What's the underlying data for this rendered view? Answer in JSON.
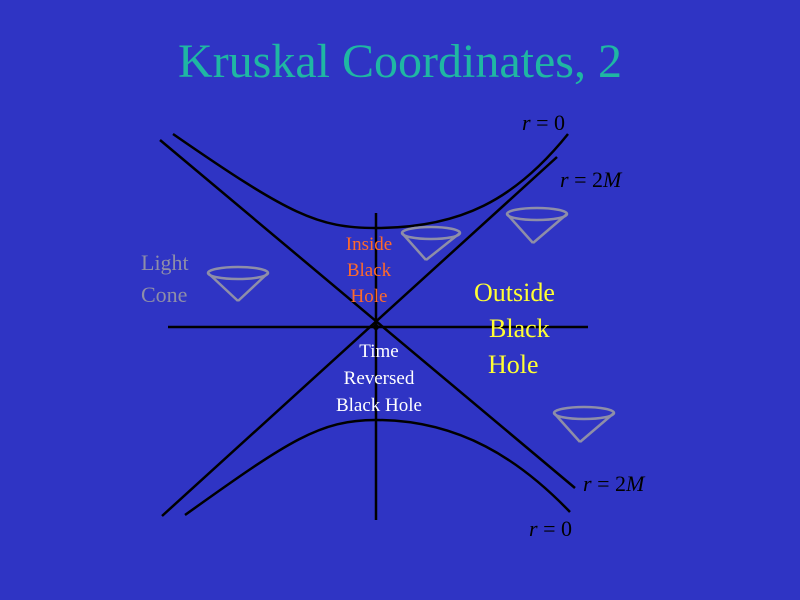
{
  "title": "Kruskal Coordinates, 2",
  "labels": {
    "r0_top": {
      "var": "r",
      "rest": " = 0"
    },
    "r2m_top": {
      "var": "r",
      "rest": " = 2",
      "mass": "M"
    },
    "r2m_bottom": {
      "var": "r",
      "rest": " = 2",
      "mass": "M"
    },
    "r0_bottom": {
      "var": "r",
      "rest": " = 0"
    },
    "light_cone": [
      "Light",
      "Cone"
    ],
    "inside": [
      "Inside",
      "Black",
      "Hole"
    ],
    "outside": [
      "Outside",
      "Black",
      "Hole"
    ],
    "time_reversed": [
      "Time",
      "Reversed",
      "Black Hole"
    ]
  },
  "colors": {
    "background": "#2f34c4",
    "title": "#1fb7a3",
    "lines": "#000000",
    "cone": "#8e8ea8",
    "inside_text": "#ff6a2a",
    "outside_text": "#ffff33",
    "reversed_text": "#ffffff",
    "light_cone_text": "#8e8ea8"
  }
}
